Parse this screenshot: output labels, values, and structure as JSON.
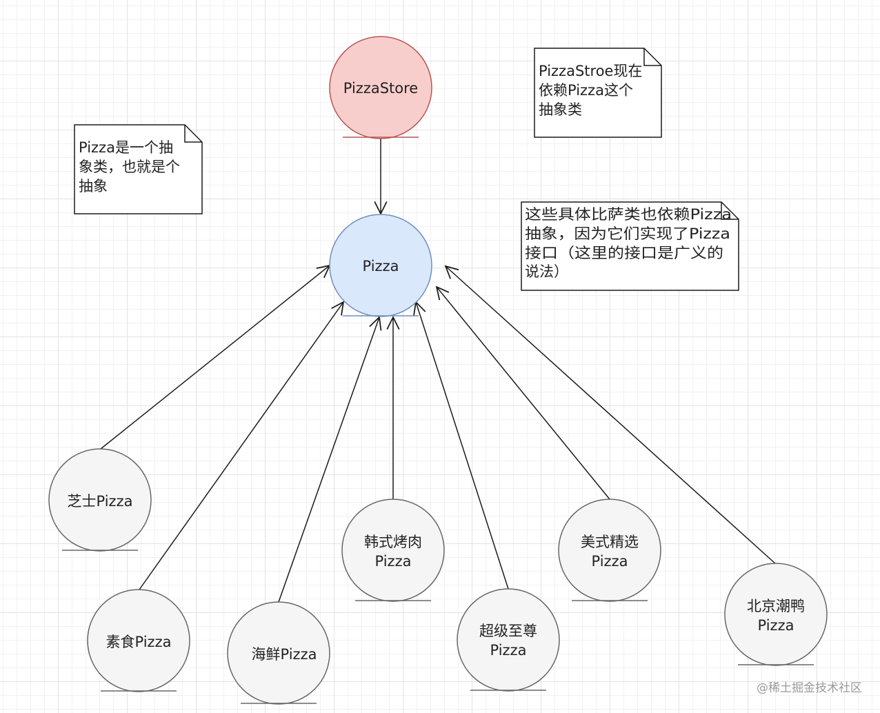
{
  "diagram": {
    "colors": {
      "store_fill": "#f8cecc",
      "store_stroke": "#b85450",
      "abstract_fill": "#dae8fc",
      "abstract_stroke": "#6c8ebf",
      "concrete_fill": "#f5f5f5",
      "concrete_stroke": "#666666",
      "edge_color": "#1a1a1a"
    },
    "nodes": {
      "pizza_store": {
        "label": "PizzaStore"
      },
      "pizza": {
        "label": "Pizza"
      },
      "cheese": {
        "label": "芝士Pizza"
      },
      "veggie": {
        "label": "素食Pizza"
      },
      "seafood": {
        "label": "海鲜Pizza"
      },
      "korean": {
        "line1": "韩式烤肉",
        "line2": "Pizza"
      },
      "supreme": {
        "line1": "超级至尊",
        "line2": "Pizza"
      },
      "american": {
        "line1": "美式精选",
        "line2": "Pizza"
      },
      "peking": {
        "line1": "北京潮鸭",
        "line2": "Pizza"
      }
    },
    "notes": {
      "abstract_note": [
        "Pizza是一个抽",
        "象类，也就是个",
        "抽象"
      ],
      "store_note": [
        "PizzaStroe现在",
        "依赖Pizza这个",
        "抽象类"
      ],
      "concrete_note": [
        "这些具体比萨类也依赖Pizza",
        "抽象，因为它们实现了Pizza",
        "接口（这里的接口是广义的",
        "说法）"
      ]
    }
  },
  "watermark": "@稀土掘金技术社区"
}
